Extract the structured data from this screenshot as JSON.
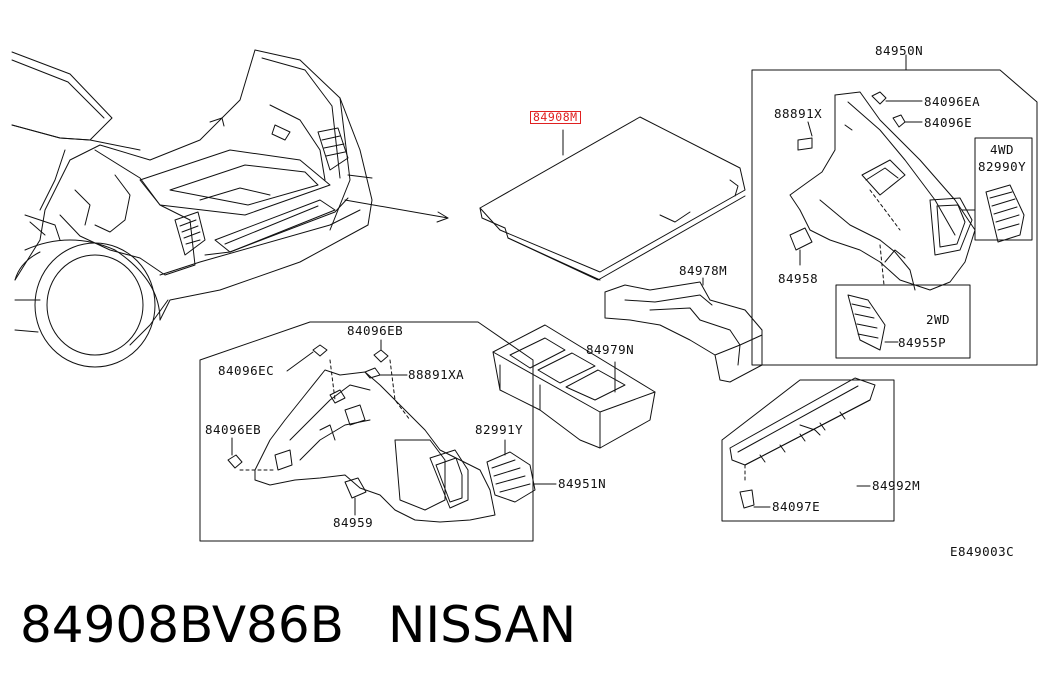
{
  "labels": {
    "cover": "84908M",
    "group_right": "84950N",
    "clip_right_ea": "84096EA",
    "clip_right_e": "84096E",
    "cap_right": "88891X",
    "badge_4wd": "4WD",
    "vent_right": "82990Y",
    "cover_right": "84958",
    "badge_2wd": "2WD",
    "vent_2wd": "84955P",
    "bracket": "84978M",
    "box": "84979N",
    "clip_left_eb_top": "84096EB",
    "clip_left_ec": "84096EC",
    "cap_left": "88891XA",
    "clip_left_eb": "84096EB",
    "vent_left": "82991Y",
    "side_left": "84951N",
    "cover_left": "84959",
    "sill_plate": "84992M",
    "clip_sill": "84097E",
    "diagram_code": "E849003C"
  },
  "footer": {
    "part_number": "84908BV86B",
    "brand": "NISSAN"
  },
  "colors": {
    "line": "#111111",
    "highlight": "#e02020",
    "background": "#ffffff"
  }
}
